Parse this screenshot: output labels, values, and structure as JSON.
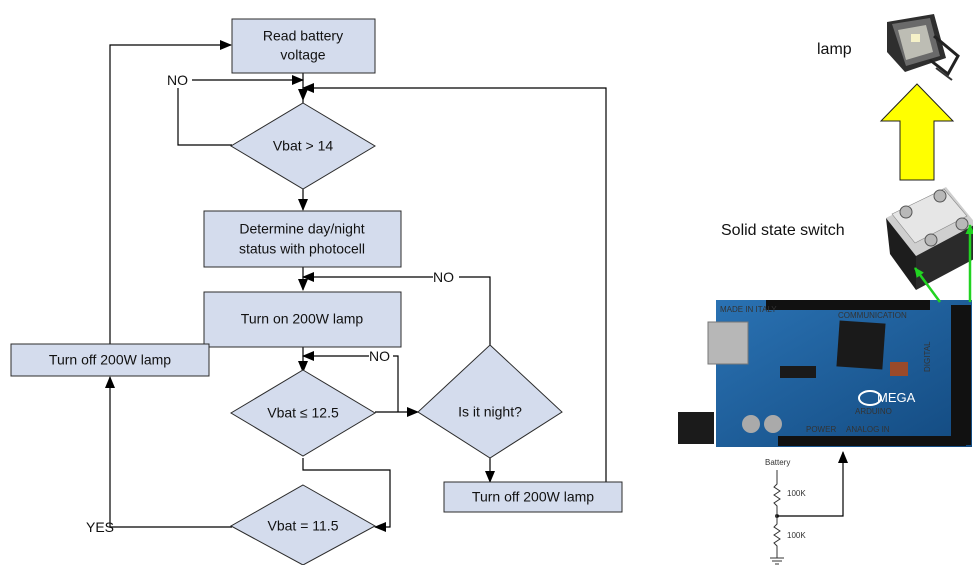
{
  "flowchart": {
    "read_battery": [
      "Read battery",
      "voltage"
    ],
    "vbat_gt_14": "Vbat > 14",
    "determine_status": [
      "Determine day/night",
      "status with photocell"
    ],
    "turn_on_lamp": "Turn on 200W lamp",
    "vbat_le_125": "Vbat ≤ 12.5",
    "is_night": "Is it night?",
    "turn_off_lamp_bottom": "Turn off 200W lamp",
    "vbat_eq_115": "Vbat = 11.5",
    "turn_off_lamp_left": "Turn off 200W lamp",
    "labels": {
      "no_top": "NO",
      "no_middle": "NO",
      "no_small": "NO",
      "yes": "YES"
    }
  },
  "hardware": {
    "lamp_label": "lamp",
    "switch_label": "Solid state switch",
    "battery_label": "Battery",
    "resistor_top": "100K",
    "resistor_bottom": "100K",
    "board_text": {
      "mega": "MEGA",
      "arduino": "ARDUINO",
      "made_in": "MADE IN ITALY",
      "communication": "COMMUNICATION",
      "power": "POWER",
      "analog_in": "ANALOG IN",
      "digital": "DIGITAL"
    }
  },
  "colors": {
    "node_fill": "#d4dced",
    "arrow_yellow": "#ffff00",
    "wire_green": "#21d321",
    "board_blue": "#1b5d99"
  }
}
